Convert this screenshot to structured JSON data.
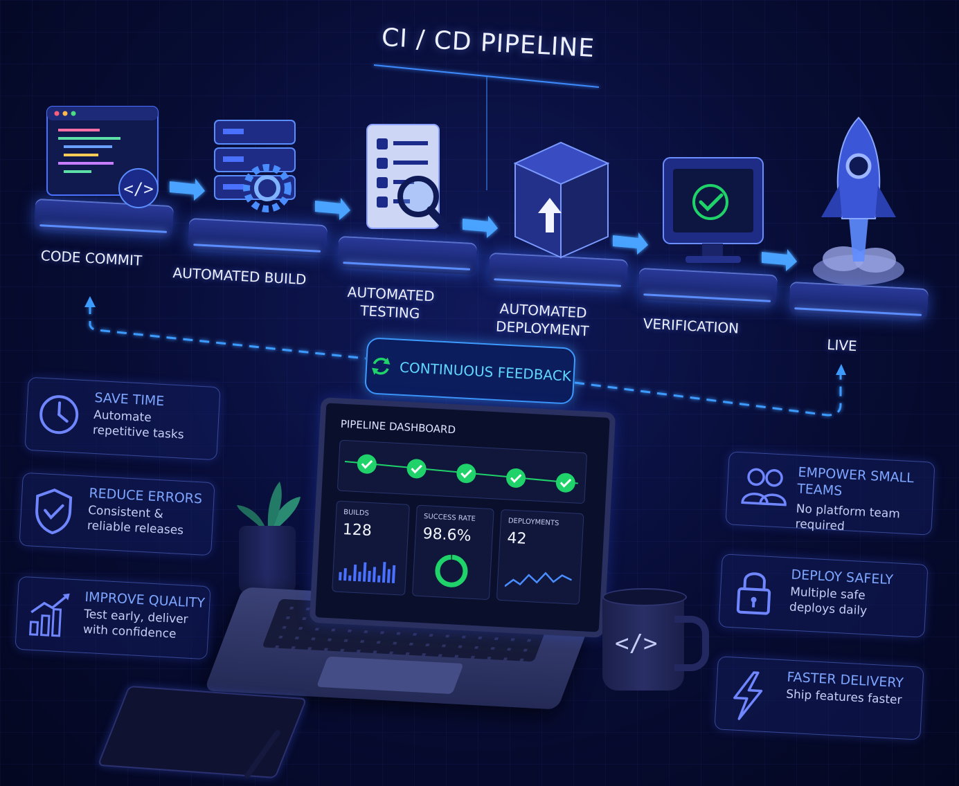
{
  "title": "CI / CD PIPELINE",
  "stages": [
    {
      "label": "CODE COMMIT",
      "icon": "code-window-icon"
    },
    {
      "label": "AUTOMATED BUILD",
      "icon": "server-gear-icon"
    },
    {
      "label": "AUTOMATED TESTING",
      "icon": "checklist-magnifier-icon"
    },
    {
      "label": "AUTOMATED DEPLOYMENT",
      "icon": "package-upload-icon"
    },
    {
      "label": "VERIFICATION",
      "icon": "monitor-check-icon"
    },
    {
      "label": "LIVE",
      "icon": "rocket-icon"
    }
  ],
  "feedback": {
    "label": "CONTINUOUS FEEDBACK",
    "icon": "refresh-icon"
  },
  "code_glyph": "</>",
  "benefits_left": [
    {
      "title": "SAVE TIME",
      "desc": "Automate repetitive tasks",
      "icon": "clock-icon"
    },
    {
      "title": "REDUCE ERRORS",
      "desc": "Consistent & reliable releases",
      "icon": "shield-check-icon"
    },
    {
      "title": "IMPROVE QUALITY",
      "desc": "Test early, deliver with confidence",
      "icon": "growth-chart-icon"
    }
  ],
  "benefits_right": [
    {
      "title": "EMPOWER SMALL TEAMS",
      "desc": "No platform team required",
      "icon": "users-icon"
    },
    {
      "title": "DEPLOY SAFELY",
      "desc": "Multiple safe deploys daily",
      "icon": "lock-icon"
    },
    {
      "title": "FASTER DELIVERY",
      "desc": "Ship features faster",
      "icon": "lightning-icon"
    }
  ],
  "dashboard": {
    "title": "PIPELINE DASHBOARD",
    "steps_passed": 5,
    "builds_label": "BUILDS",
    "builds_value": "128",
    "success_label": "SUCCESS RATE",
    "success_value": "98.6%",
    "success_fraction": 0.986,
    "deployments_label": "DEPLOYMENTS",
    "deployments_value": "42"
  },
  "colors": {
    "accent": "#3d9bff",
    "success": "#1fd36a",
    "label": "#7fa6ff",
    "feedback_text": "#5fd7ff"
  }
}
